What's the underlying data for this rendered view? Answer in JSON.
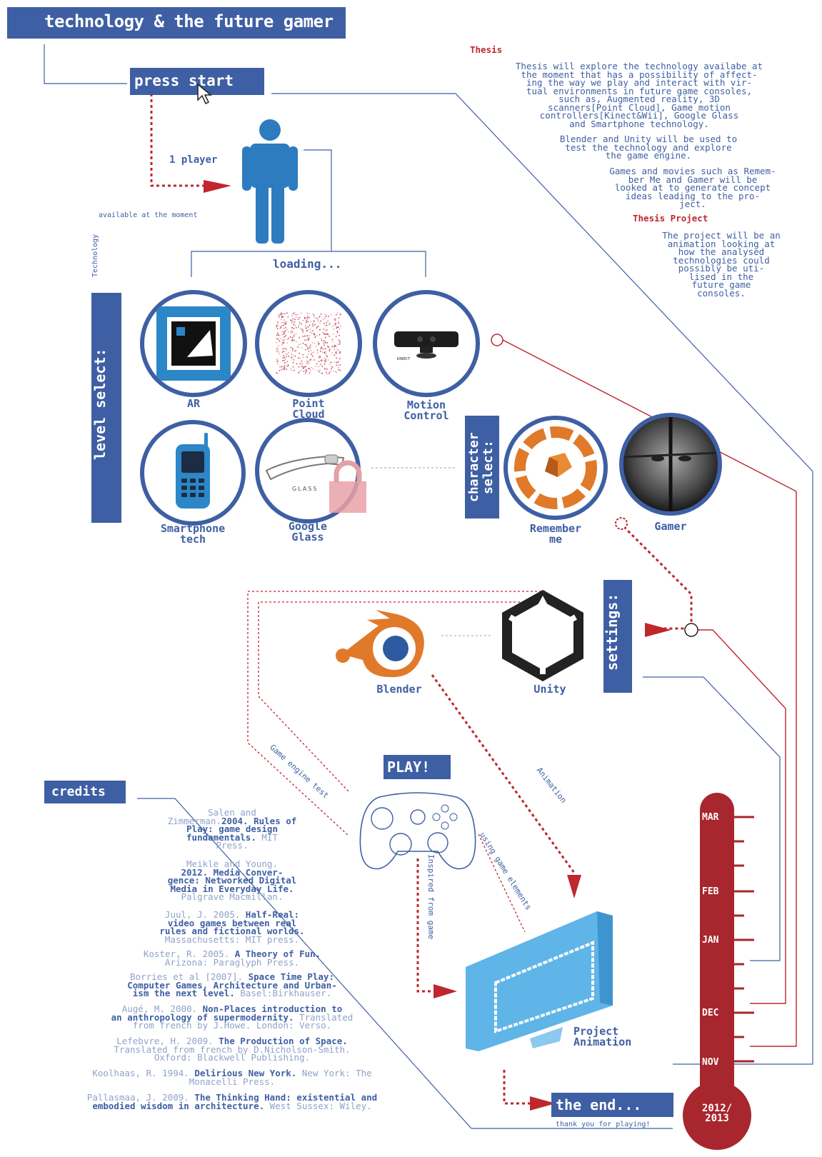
{
  "header": {
    "title": "technology & the future gamer"
  },
  "start": {
    "label": "press start"
  },
  "player": {
    "label": "1 player",
    "available": "available at the moment",
    "technology": "Technology"
  },
  "loading": {
    "label": "loading..."
  },
  "level_select": {
    "label": "level select:",
    "items": [
      {
        "label": "AR"
      },
      {
        "label": "Point\nCloud"
      },
      {
        "label": "Motion\nControl"
      },
      {
        "label": "Smartphone\ntech"
      },
      {
        "label": "Google\nGlass"
      }
    ]
  },
  "character_select": {
    "label": "character select:",
    "items": [
      {
        "label": "Remember\nme"
      },
      {
        "label": "Gamer"
      }
    ]
  },
  "settings": {
    "label": "settings:",
    "blender": "Blender",
    "unity": "Unity"
  },
  "play": {
    "label": "PLAY!"
  },
  "flow_labels": {
    "engine_test": "Game engine test",
    "animation": "Animation",
    "using_game": "using game elements",
    "inspired": "Inspired from game"
  },
  "project": {
    "label": "Project\nAnimation"
  },
  "end": {
    "label": "the end...",
    "thanks": "thank you for playing!"
  },
  "thesis": {
    "heading": "Thesis",
    "para1": "Thesis will explore the technology availabe at\nthe moment that has a possibility of affect-\ning the way we play and interact with vir-\ntual environments in future game consoles,\nsuch as, Augmented reality, 3D\nscanners[Point Cloud], Game motion\ncontrollers[Kinect&Wii], Google Glass\nand Smartphone technology.",
    "para2": "Blender and Unity will be used to\ntest the technology and explore\nthe game engine.",
    "para3": "Games and movies such as Remem-\nber Me and Gamer will be\nlooked at to generate concept\nideas leading to the pro-\nject.",
    "project_heading": "Thesis Project",
    "project_para": "The project will be an\nanimation looking at\nhow the analysed\ntechnologies could\npossibly be uti-\nlised in the\nfuture game\nconsoles."
  },
  "credits": {
    "label": "credits",
    "refs": [
      {
        "authors": "Salen and\nZimmerman.",
        "title": "2004. Rules of\nPlay: game design\nfundamentals.",
        "pub": " MIT\nPress."
      },
      {
        "authors": "Meikle and Young.",
        "title": "\n2012. Media Conver-\ngence: Networked Digital\nMedia in Everyday Life.",
        "pub": "\nPalgrave Macmillan."
      },
      {
        "authors": "Juul, J. 2005.",
        "title": " Half-Real:\nvideo games between  real\nrules and fictional worlds.",
        "pub": "\nMassachusetts: MIT press."
      },
      {
        "authors": "Koster, R. 2005.",
        "title": " A Theory of Fun.",
        "pub": "\nArizona: Paraglyph Press."
      },
      {
        "authors": "Borries et al [2007].",
        "title": " Space Time Play:\nComputer Games, Architecture and Urban-\nism the next level.",
        "pub": " Basel:Birkhauser."
      },
      {
        "authors": "Augé, M. 2000.",
        "title": " Non-Places introduction to\nan anthropology of supermodernity.",
        "pub": " Translated\nfrom french by J.Howe. London: Verso."
      },
      {
        "authors": "Lefebvre, H. 2009.",
        "title": " The Production of Space.",
        "pub": "\nTranslated from french by D.Nicholson-Smith.\nOxford: Blackwell Publishing."
      },
      {
        "authors": "Koolhaas, R. 1994.",
        "title": " Delirious New York.",
        "pub": " New York: The\nMonacelli Press."
      },
      {
        "authors": "Pallasmaa, J. 2009.",
        "title": " The Thinking Hand: existential and\nembodied wisdom in architecture.",
        "pub": " West Sussex: Wiley."
      }
    ]
  },
  "timeline": {
    "months": [
      "MAR",
      "FEB",
      "JAN",
      "DEC",
      "NOV"
    ],
    "year": "2012/\n2013"
  },
  "colors": {
    "blue": "#3e5fa3",
    "red": "#c0262e",
    "orange": "#e07a2a",
    "lightblue": "#5fb4e8"
  }
}
